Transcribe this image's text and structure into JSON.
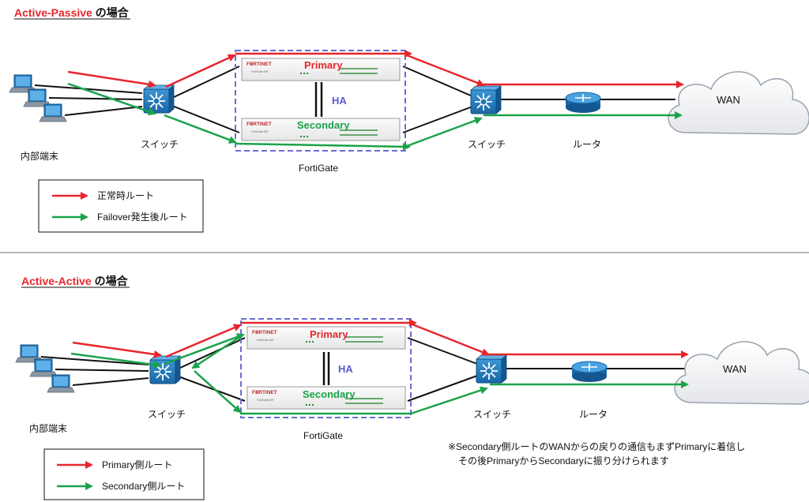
{
  "colors": {
    "red": "#e8262c",
    "green": "#1aa34a",
    "black": "#111111",
    "dashed_box": "#6b6bd6",
    "ha": "#5a5ad0",
    "switch_blue": "#1e78b8",
    "router_blue": "#2a7fc0"
  },
  "top": {
    "title_highlight": "Active-Passive",
    "title_rest": " の場合",
    "primary_label": "Primary",
    "secondary_label": "Secondary",
    "ha_label": "HA",
    "fortigate_label": "FortiGate",
    "device_brand": "FⅡRTINET",
    "device_model": "FortiGate 60F",
    "switch_left": "スイッチ",
    "switch_right": "スイッチ",
    "router": "ルータ",
    "wan": "WAN",
    "terminals": "内部端末",
    "legend": {
      "normal": "正常時ルート",
      "failover": "Failover発生後ルート"
    }
  },
  "bottom": {
    "title_highlight": "Active-Active",
    "title_rest": " の場合",
    "primary_label": "Primary",
    "secondary_label": "Secondary",
    "ha_label": "HA",
    "fortigate_label": "FortiGate",
    "device_brand": "FⅡRTINET",
    "device_model": "FortiGate 60F",
    "switch_left": "スイッチ",
    "switch_right": "スイッチ",
    "router": "ルータ",
    "wan": "WAN",
    "terminals": "内部端末",
    "legend": {
      "primary_route": "Primary側ルート",
      "secondary_route": "Secondary側ルート"
    },
    "note_line1": "※Secondary側ルートのWANからの戻りの通信もまずPrimaryに着信し",
    "note_line2": "その後PrimaryからSecondaryに振り分けられます"
  }
}
